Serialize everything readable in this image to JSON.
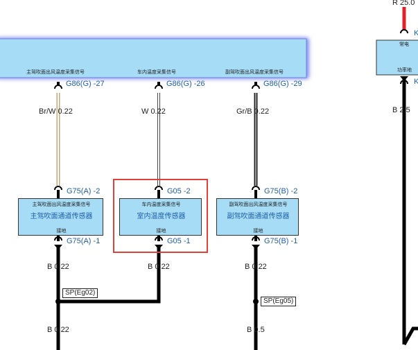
{
  "colors": {
    "module_fill": "#a6dcf6",
    "module_glow": "#5a6be8",
    "connector_text": "#1f5fa8",
    "highlight_border": "#e0403a",
    "power_wire": "#e0202a",
    "wire_tan": "#c8a878"
  },
  "top_right": {
    "power_label": "R 25.0",
    "connector_k1": "K",
    "connector_k2": "K",
    "box_top_text": "常电",
    "box_bottom_text": "功率地",
    "wire_b25": "B 2.5"
  },
  "module": {
    "signals": [
      "主驾吹面出风温度采集信号",
      "车内温度采集信号",
      "副驾吹面出风温度采集信号"
    ]
  },
  "columns": [
    {
      "module_connector": "G86(G)",
      "module_pin": "-27",
      "wire_upper": "Br/W 0.22",
      "sensor_connector_top": "G75(A)",
      "sensor_pin_top": "-2",
      "sensor_signal": "主驾吹面出风温度采集信号",
      "sensor_name": "主驾吹面通道传感器",
      "sensor_ground": "接地",
      "sensor_connector_bottom": "G75(A)",
      "sensor_pin_bottom": "-1",
      "wire_lower": "B 0.22",
      "wire_bottom": "B 0.22"
    },
    {
      "module_connector": "G86(G)",
      "module_pin": "-26",
      "wire_upper": "W 0.22",
      "sensor_connector_top": "G05",
      "sensor_pin_top": "-2",
      "sensor_signal": "车内温度采集信号",
      "sensor_name": "室内温度传感器",
      "sensor_ground": "接地",
      "sensor_connector_bottom": "G05",
      "sensor_pin_bottom": "-1",
      "wire_lower": "B 0.22"
    },
    {
      "module_connector": "G86(G)",
      "module_pin": "-29",
      "wire_upper": "Gr/B 0.22",
      "sensor_connector_top": "G75(B)",
      "sensor_pin_top": "-2",
      "sensor_signal": "副驾吹面出风温度采集信号",
      "sensor_name": "副驾吹面通道传感器",
      "sensor_ground": "接地",
      "sensor_connector_bottom": "G75(B)",
      "sensor_pin_bottom": "-1",
      "wire_lower": "B 0.22",
      "wire_bottom": "B 0.5"
    }
  ],
  "splices": [
    "SP(Eg02)",
    "SP(Eg05)"
  ]
}
